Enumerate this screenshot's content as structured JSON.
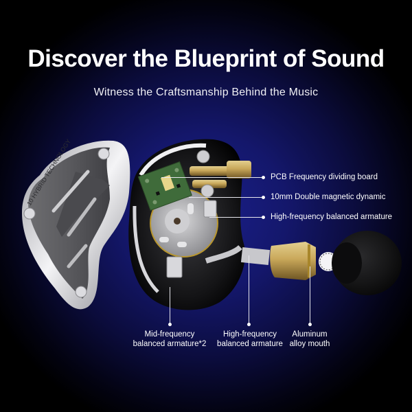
{
  "header": {
    "title": "Discover the Blueprint of Sound",
    "subtitle": "Witness the Craftsmanship Behind the Music"
  },
  "faceplate": {
    "engraving": "10 HYBRID TECHNOLOGY"
  },
  "callouts_right": [
    {
      "label": "PCB Frequency dividing board"
    },
    {
      "label": "10mm Double magnetic dynamic"
    },
    {
      "label": "High-frequency balanced armature"
    }
  ],
  "callouts_bottom": [
    {
      "line1": "Mid-frequency",
      "line2": "balanced armature*2"
    },
    {
      "line1": "High-frequency",
      "line2": "balanced armature"
    },
    {
      "line1": "Aluminum",
      "line2": "alloy mouth"
    }
  ],
  "colors": {
    "background_center": "#1a1f8a",
    "background_edge": "#000000",
    "text": "#ffffff",
    "gold": "#c9a85a",
    "pcb_green": "#3f6b3a"
  }
}
